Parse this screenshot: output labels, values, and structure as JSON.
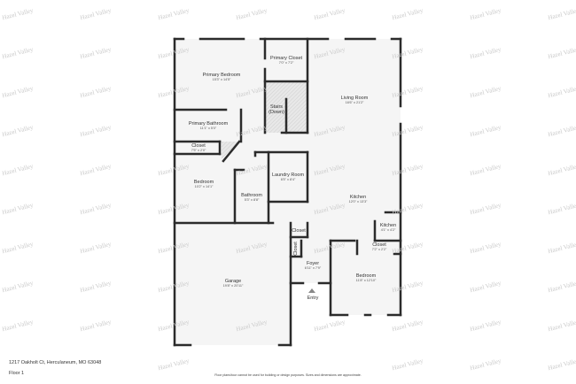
{
  "watermark": "Hazel Valley",
  "address": "1217 Oakholt Ct, Herculaneum, MO 63048",
  "floor": "Floor 1",
  "disclaimer": "Floor plans/tour cannot be used for building or design purposes. Sizes and dimensions are approximate.",
  "entry": "Entry",
  "rooms": [
    {
      "name": "Primary Bedroom",
      "dims": "15'3\" x 14'5\""
    },
    {
      "name": "Primary Closet",
      "dims": "7'0\" x 7'2\""
    },
    {
      "name": "Stairs (Down)",
      "dims": ""
    },
    {
      "name": "Living Room",
      "dims": "16'6\" x 21'2\""
    },
    {
      "name": "Primary Bathroom",
      "dims": "11'1\" x 5'0\""
    },
    {
      "name": "Closet",
      "dims": "7'5\" x 2'0\""
    },
    {
      "name": "Bedroom",
      "dims": "10'2\" x 14'1\""
    },
    {
      "name": "Laundry Room",
      "dims": "6'5\" x 8'4\""
    },
    {
      "name": "Bathroom",
      "dims": "5'3\" x 8'8\""
    },
    {
      "name": "Kitchen",
      "dims": "12'0\" x 13'3\""
    },
    {
      "name": "Kitchen",
      "dims": "4'1\" x 4'2\""
    },
    {
      "name": "Closet",
      "dims": ""
    },
    {
      "name": "Closet",
      "dims": ""
    },
    {
      "name": "Closet",
      "dims": "7'2\" x 2'2\""
    },
    {
      "name": "Foyer",
      "dims": "6'11\" x 7'9\""
    },
    {
      "name": "Garage",
      "dims": "19'8\" x 20'11\""
    },
    {
      "name": "Bedroom",
      "dims": "11'8\" x 12'10\""
    }
  ],
  "colors": {
    "wall": "#2b2b2b",
    "floor": "#f5f5f5",
    "stairs": "#e6e6e6",
    "watermark": "#c9c9c9"
  }
}
